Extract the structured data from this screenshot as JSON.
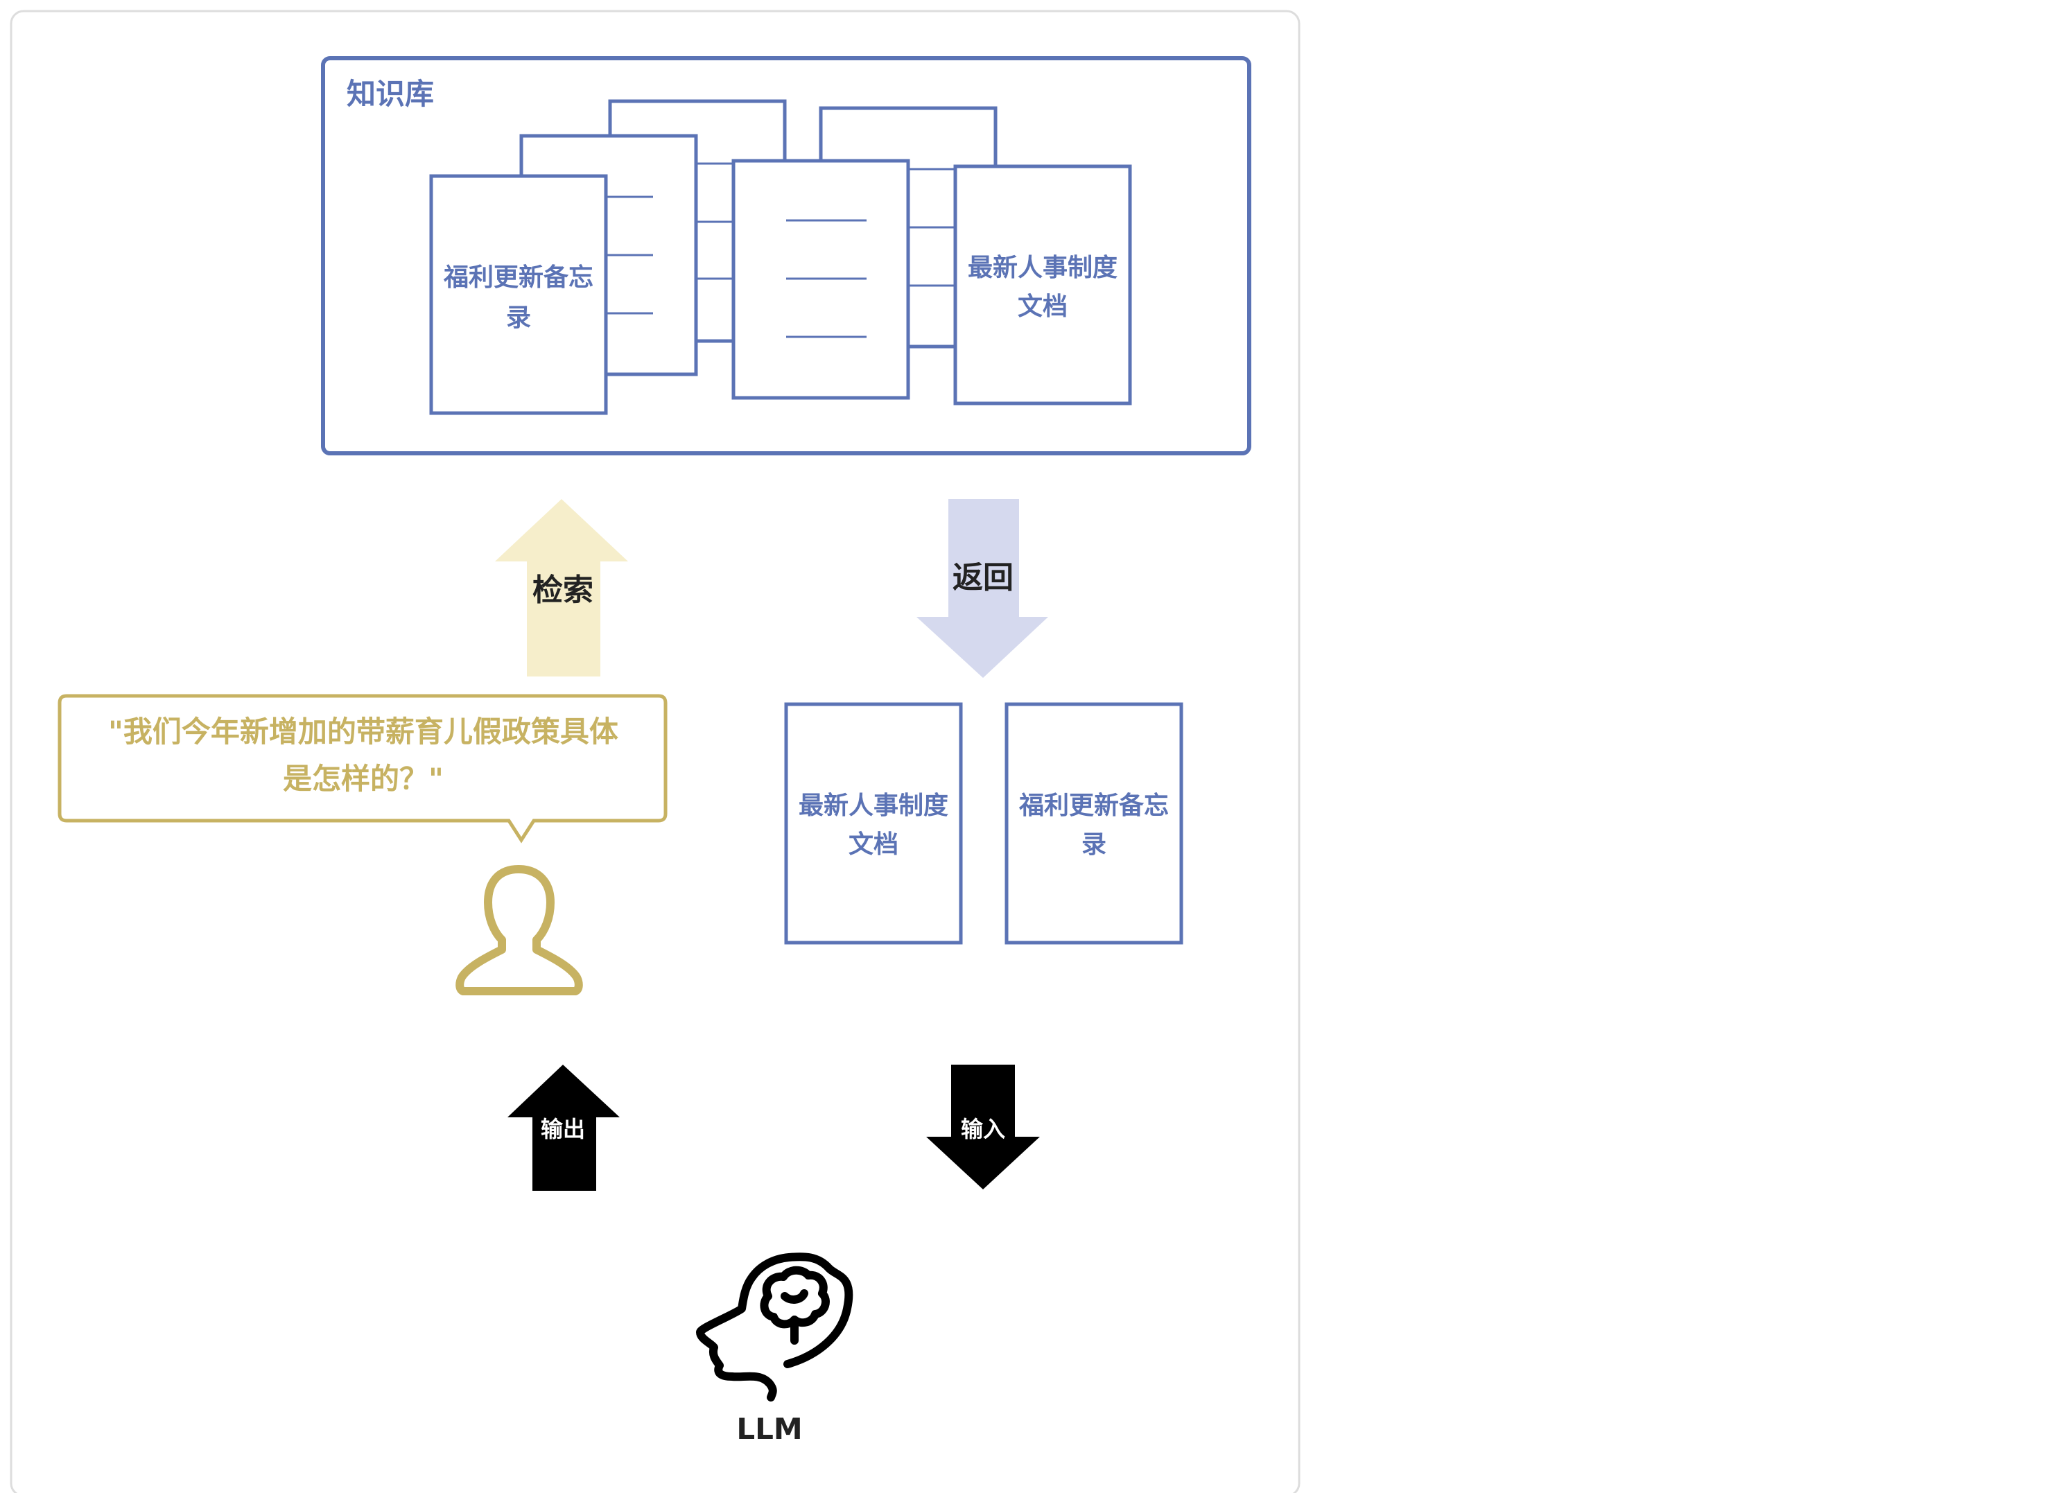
{
  "knowledge_base": {
    "title": "知识库",
    "doc_left_label_line1": "福利更新备忘",
    "doc_left_label_line2": "录",
    "doc_right_label_line1": "最新人事制度",
    "doc_right_label_line2": "文档"
  },
  "arrows": {
    "retrieve": "检索",
    "return": "返回",
    "output": "输出",
    "input": "输入"
  },
  "user_query": {
    "line1": "\"我们今年新增加的带薪育儿假政策具体",
    "line2": "是怎样的？\""
  },
  "returned_docs": [
    {
      "line1": "最新人事制度",
      "line2": "文档"
    },
    {
      "line1": "福利更新备忘",
      "line2": "录"
    }
  ],
  "llm": {
    "label": "LLM"
  },
  "colors": {
    "kb_blue": "#5b73b5",
    "retrieve_arrow": "#f6eecb",
    "return_arrow": "#d5d9ee",
    "user_gold": "#c7b262",
    "llm_black": "#000000",
    "panel_border": "#dddddd"
  }
}
